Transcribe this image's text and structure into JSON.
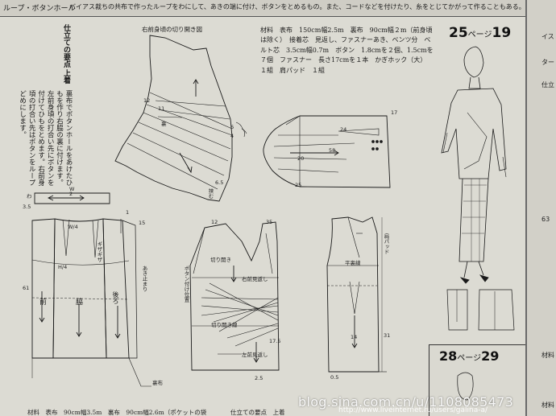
{
  "header": {
    "title": "ループ・ボタンホール",
    "text": "バイアス裁ちの共布で作ったループをわにして、あきの端に付け、ボタンをとめるもの。また、コードなどを付けたり、糸をとじてかがって作ることもある。"
  },
  "instructions": {
    "heading": "仕立ての要点",
    "subheading": "上着",
    "body": "裏布でボタンホールをあけたひもを作り右脇の裏に付けます。左前身頃の打合い先にボタンを付けてひもをとめます。右前身頃の打合い先はボタンをループどめにします。"
  },
  "figure_title": "右前身頃の切り開き図",
  "materials": {
    "text": "材料　表布　150cm幅2.5m　裏布　90cm幅２m（前身頃は除く）　接着芯　見返し、ファスナーあき、ベンツ分　ベルト芯　3.5cm幅0.7m　ボタン　1.8cmを２個、1.5cmを７個　ファスナー　長さ17cmを１本　かぎホック（大）　１組　肩パッド　１組"
  },
  "page_refs": {
    "ref25": {
      "number": "25",
      "label": "ページ",
      "target": "19"
    },
    "ref28": {
      "number": "28",
      "label": "ページ",
      "target": "29"
    }
  },
  "labels": {
    "w": "W",
    "w2": "2",
    "waku": "わ",
    "n35": "3.5",
    "mae": "前",
    "waki": "脇",
    "ushiro": "後ろ",
    "gizagiza": "ギザギザ",
    "ato_mawari": "あき止まり",
    "h4": "H/4",
    "w4": "W/4",
    "n61": "61",
    "n15": "15",
    "n12": "12",
    "n65": "6.5",
    "n24": "24",
    "n58": "58",
    "n20": "20",
    "n25": "25",
    "n17": "17",
    "n14": "14",
    "n31": "31",
    "n35b": "35",
    "n12b": "12",
    "n11": "11",
    "n6": "6",
    "n4": "4",
    "n175": "17.5",
    "ura": "裏",
    "kiri": "切り開き",
    "kiri2": "切り開き線",
    "hanmi": "右前見返し",
    "hanmi2": "左前見返し",
    "uraaate": "裏布",
    "hiraura": "平裏線",
    "kata": "肩パッド",
    "botan": "ボタン付け位置",
    "hasami": "挟む",
    "n05": "0.5",
    "n1": "1",
    "n25b": "2.5"
  },
  "bottom": {
    "left": "材料　表布　90cm幅3.5m　裏布　90cm幅2.6m（ポケットの袋",
    "right": "仕立ての要点　上着"
  },
  "right_page": {
    "top1": "イス",
    "top2": "ター",
    "mid1": "仕立",
    "mid2": "63",
    "mid3": "材料",
    "mid4": "材料"
  },
  "watermark": {
    "main": "blog.sina.com.cn/u/1108085473",
    "sub": "http://www.liveinternet.ru/users/galina-a/"
  },
  "colors": {
    "paper": "#dcdbd3",
    "ink": "#1a1a1a"
  }
}
